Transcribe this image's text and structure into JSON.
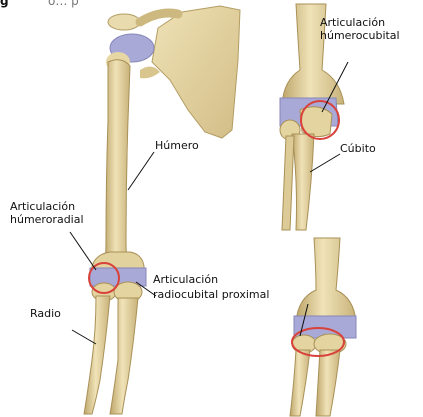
{
  "figure": {
    "caption_fragment": "g",
    "caption_fragment_rest": "o… p"
  },
  "labels": {
    "art_humerocubital_line1": "Articulación",
    "art_humerocubital_line2": "húmerocubital",
    "humero": "Húmero",
    "cubito": "Cúbito",
    "art_humeroradial_line1": "Articulación",
    "art_humeroradial_line2": "húmeroradial",
    "art_radiocubital_line1": "Articulación",
    "art_radiocubital_line2": "radiocubital proximal",
    "radio": "Radio"
  },
  "colors": {
    "bone": "#e7d8a8",
    "bone_shadow": "#c9b47a",
    "cartilage": "#a9a9d8",
    "highlight_circle": "#d9423a"
  }
}
